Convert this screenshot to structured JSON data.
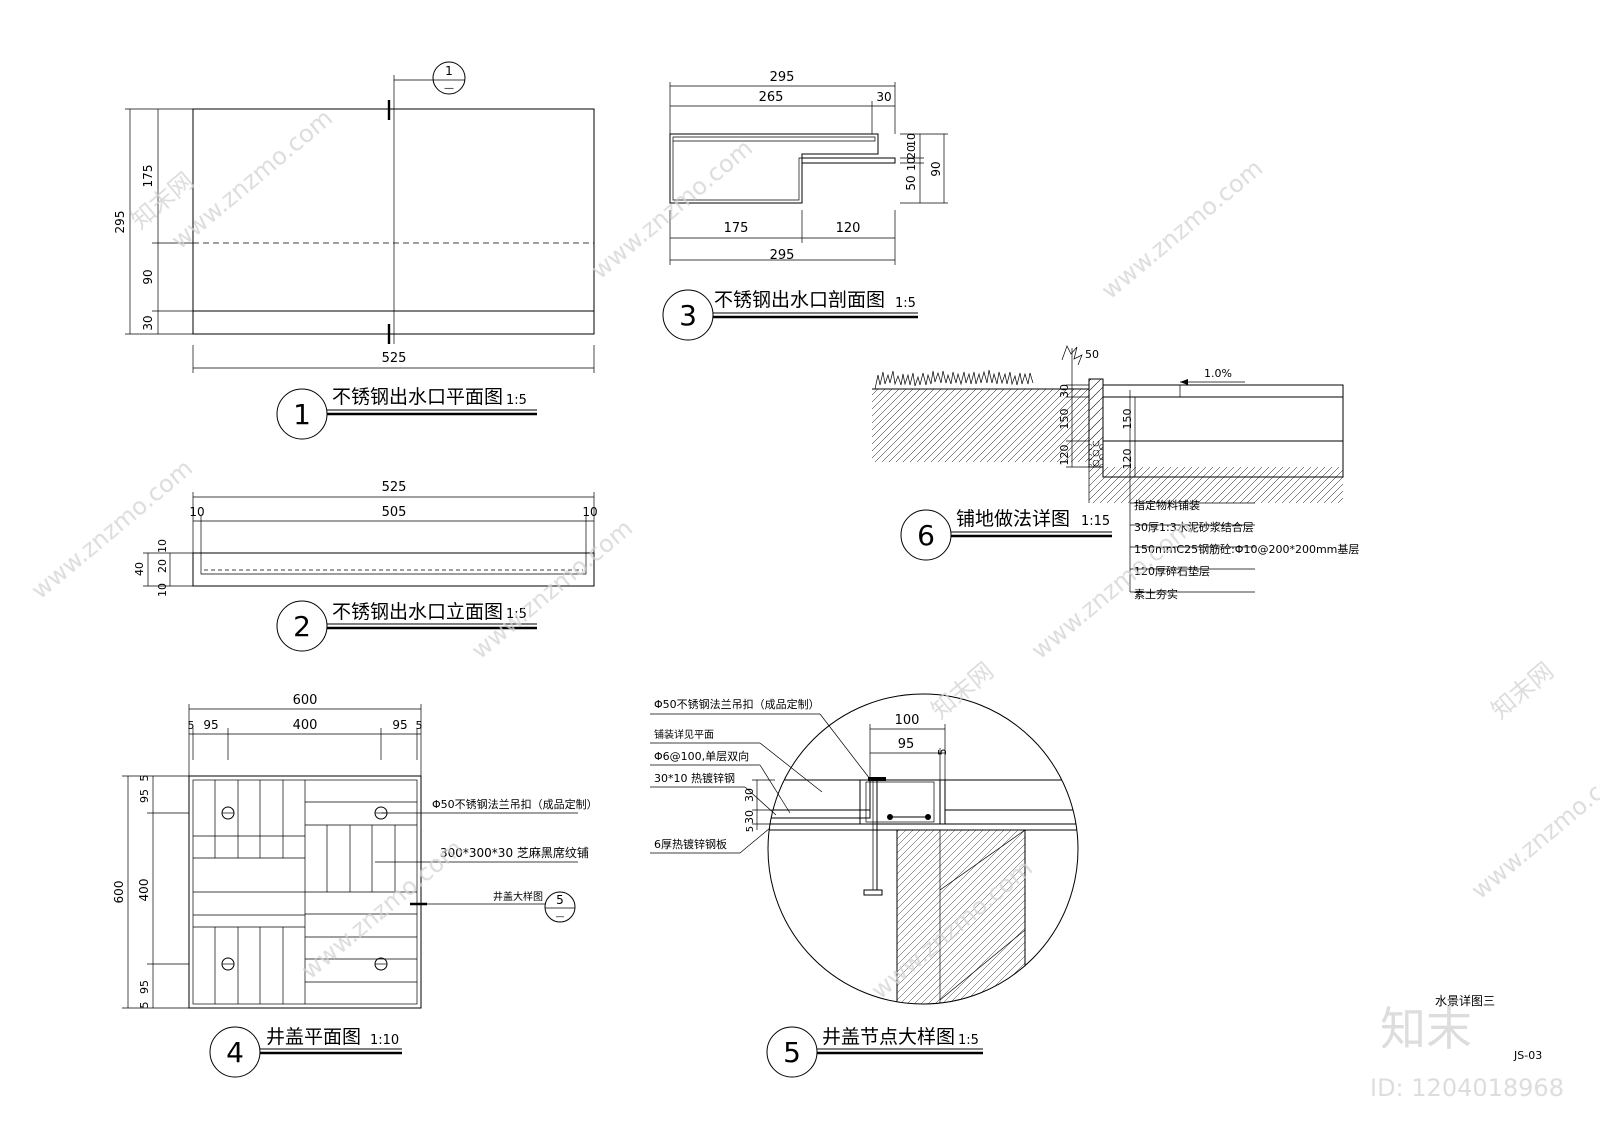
{
  "watermark": {
    "site": "www.znzmo.com",
    "brand": "知末网",
    "logo": "知末",
    "id": "ID: 1204018968"
  },
  "drawings": {
    "d1": {
      "num": "1",
      "title": "不锈钢出水口平面图",
      "scale": "1:5",
      "dims": {
        "w": "525",
        "h": "295",
        "a": "175",
        "b": "90",
        "c": "30"
      },
      "section_marker": "1"
    },
    "d2": {
      "num": "2",
      "title": "不锈钢出水口立面图",
      "scale": "1:5",
      "dims": {
        "w": "525",
        "inner": "505",
        "l": "10",
        "r": "10",
        "h": "40",
        "a": "20",
        "b": "10",
        "c": "10"
      }
    },
    "d3": {
      "num": "3",
      "title": "不锈钢出水口剖面图",
      "scale": "1:5",
      "dims": {
        "top": "295",
        "a": "265",
        "b": "30",
        "c": "175",
        "d": "120",
        "bottom": "295",
        "v1": "10",
        "v2": "20",
        "v3": "10",
        "v4": "50",
        "v5": "90"
      }
    },
    "d4": {
      "num": "4",
      "title": "井盖平面图",
      "scale": "1:10",
      "dims": {
        "w": "600",
        "a": "5",
        "b": "95",
        "c": "400",
        "d": "95",
        "e": "5",
        "h": "600",
        "v1": "5",
        "v2": "95",
        "v3": "400",
        "v4": "95",
        "v5": "5"
      },
      "labels": {
        "flange": "Φ50不锈钢法兰吊扣（成品定制）",
        "stone": "300*300*30 芝麻黑席纹铺",
        "ref": "井盖大样图"
      },
      "ref_marker": "5"
    },
    "d5": {
      "num": "5",
      "title": "井盖节点大样图",
      "scale": "1:5",
      "dims": {
        "a": "100",
        "b": "95",
        "c": "5",
        "v1": "30",
        "v2": "30",
        "v3": "5"
      },
      "labels": {
        "l1": "Φ50不锈钢法兰吊扣（成品定制）",
        "l2": "铺装详见平面",
        "l3": "Φ6@100,单层双向",
        "l4": "30*10 热镀锌钢",
        "l5": "6厚热镀锌钢板"
      }
    },
    "d6": {
      "num": "6",
      "title": "铺地做法详图",
      "scale": "1:15",
      "dims": {
        "a": "50",
        "b": "30",
        "c": "150",
        "d": "120",
        "e": "150",
        "f": "120"
      },
      "slope": "1.0%",
      "layers": [
        "指定物料铺装",
        "30厚1:3水泥砂浆结合层",
        "150mmC25钢筋砼:Φ10@200*200mm基层",
        "120厚碎石垫层",
        "素土夯实"
      ]
    }
  },
  "sheet": {
    "title": "水景详图三",
    "code": "JS-03"
  }
}
